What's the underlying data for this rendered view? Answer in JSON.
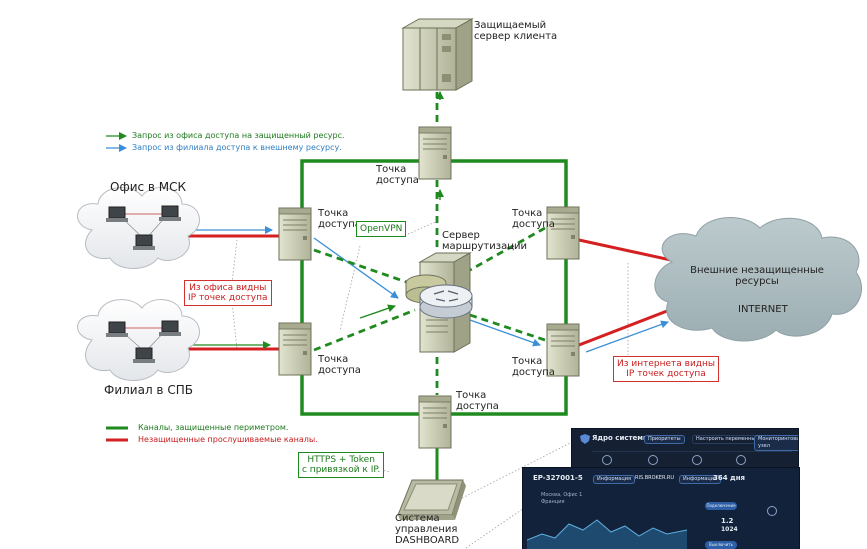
{
  "nodes": {
    "server_client": "Защищаемый\nсервер клиента",
    "ap_top": "Точка\nдоступа",
    "ap_left_top": "Точка\nдоступа",
    "ap_left_bottom": "Точка\nдоступа",
    "ap_right_top": "Точка\nдоступа",
    "ap_right_bottom": "Точка\nдоступа",
    "ap_bottom": "Точка\nдоступа",
    "routing_server": "Сервер\nмаршрутизации",
    "office_msk": "Офис в МСК",
    "branch_spb": "Филиал в СПБ",
    "internet_cloud": "Внешние незащищенные\nресурсы",
    "internet_label": "INTERNET",
    "dashboard": "Система\nуправления\nDASHBOARD"
  },
  "callouts": {
    "openvpn": "OpenVPN",
    "office_ips": "Из офиса видны\nIP точек доступа",
    "internet_ips": "Из интернета видны\nIP точек доступа",
    "https_token": "HTTPS + Token\nс привязкой к IP."
  },
  "legend": {
    "green_request": "Запрос из офиса доступа на защищенный ресурс.",
    "blue_request": "Запрос из филиала доступа к внешнему ресурсу.",
    "green_channel": "Каналы, защищенные периметром.",
    "red_channel": "Незащищенные прослушиваемые каналы."
  },
  "dashboard_screens": {
    "back": {
      "title": "Ядро системы",
      "btn_1": "Приоритеты",
      "btn_2": "Настроить переменные",
      "btn_3": "Мониторинговый узел"
    },
    "front": {
      "title": "EP-327001-5",
      "chip_1": "Информация",
      "chip_2": "RIS.BROKER.RU",
      "chip_3": "Информация",
      "days": "364 дня",
      "list_1": "Москва, Офис 1",
      "list_2": "Франция",
      "val_1": "1.2",
      "val_2": "1024",
      "btn_a": "Подключение",
      "btn_b": "Выключить"
    }
  },
  "colors": {
    "secure": "#1f8a1f",
    "insecure": "#d42020",
    "request_blue": "#3a8fd6",
    "cloud_light": "#f0f2f4",
    "cloud_dark": "#a8b8bd",
    "server_body": "#c8cbb2"
  }
}
